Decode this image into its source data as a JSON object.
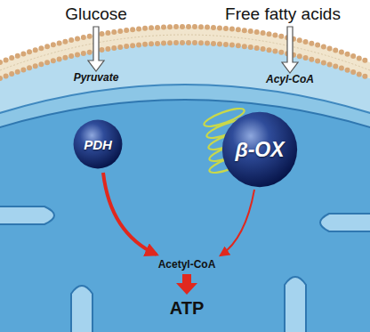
{
  "diagram": {
    "nodes": [
      {
        "text": [
          "PDH"
        ]
      },
      {
        "text": [
          "β-OX"
        ]
      }
    ],
    "labels": [
      "Glucose",
      "Free fatty acids",
      "Pyruvate",
      "Acyl-CoA",
      "Acetyl-CoA",
      "ATP"
    ]
  }
}
